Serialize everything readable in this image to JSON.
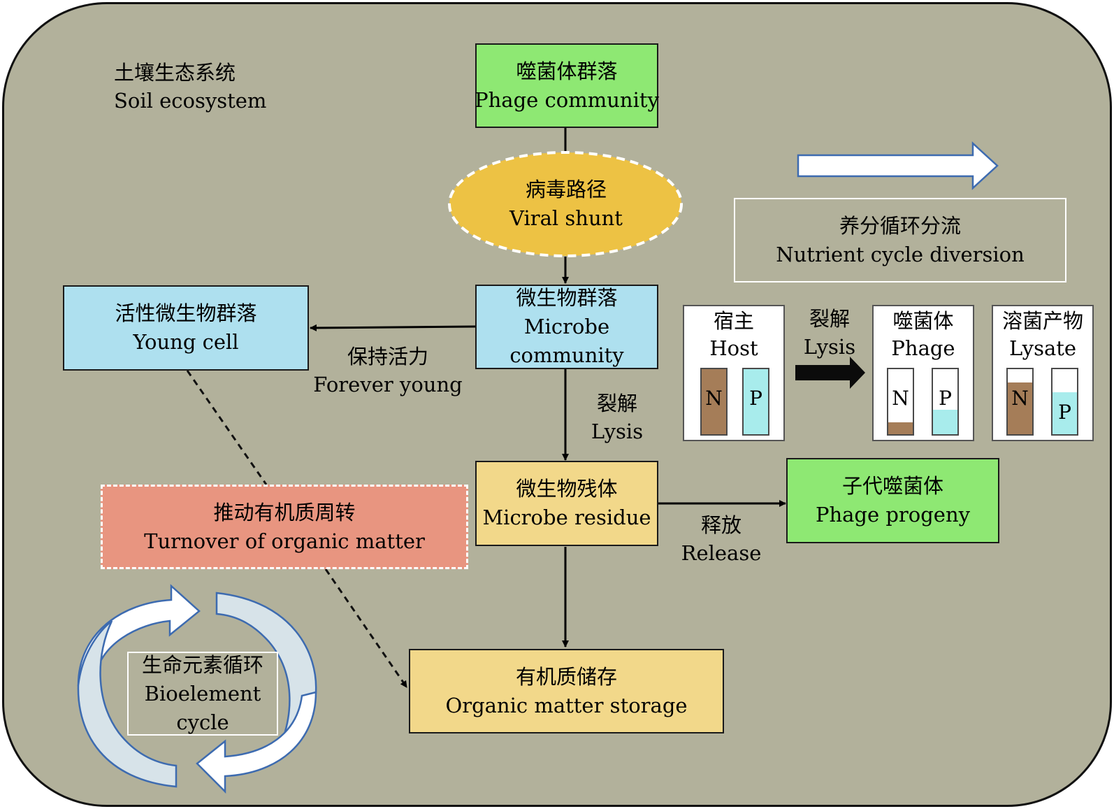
{
  "ecosystem": {
    "zh": "土壤生态系统",
    "en": "Soil ecosystem"
  },
  "phage_community": {
    "zh": "噬菌体群落",
    "en": "Phage community"
  },
  "viral_shunt": {
    "zh": "病毒路径",
    "en": "Viral shunt"
  },
  "microbe_community": {
    "zh": "微生物群落",
    "en1": "Microbe",
    "en2": "community"
  },
  "young_cell": {
    "zh": "活性微生物群落",
    "en": "Young cell"
  },
  "forever_young": {
    "zh": "保持活力",
    "en": "Forever young"
  },
  "lysis_main": {
    "zh": "裂解",
    "en": "Lysis"
  },
  "microbe_residue": {
    "zh": "微生物残体",
    "en": "Microbe residue"
  },
  "release": {
    "zh": "释放",
    "en": "Release"
  },
  "phage_progeny": {
    "zh": "子代噬菌体",
    "en": "Phage progeny"
  },
  "turnover": {
    "zh": "推动有机质周转",
    "en": "Turnover of organic matter"
  },
  "storage": {
    "zh": "有机质储存",
    "en": "Organic matter storage"
  },
  "bioelement": {
    "zh": "生命元素循环",
    "en1": "Bioelement",
    "en2": "cycle"
  },
  "nutrient_diversion": {
    "zh": "养分循环分流",
    "en": "Nutrient cycle diversion"
  },
  "inset": {
    "host": {
      "zh": "宿主",
      "en": "Host",
      "n_level": 1.0,
      "p_level": 1.0
    },
    "lysis": {
      "zh": "裂解",
      "en": "Lysis"
    },
    "phage": {
      "zh": "噬菌体",
      "en": "Phage",
      "n_level": 0.18,
      "p_level": 0.38
    },
    "lysate": {
      "zh": "溶菌产物",
      "en": "Lysate",
      "n_level": 0.8,
      "p_level": 0.65
    },
    "n_letter": "N",
    "p_letter": "P"
  },
  "colors": {
    "background": "#b2b19b",
    "green": "#8ee873",
    "blue": "#aee0ef",
    "yellow": "#f2d88a",
    "red": "#e89580",
    "orange_ellipse": "#edc244",
    "nitrogen": "#a57d58",
    "phosphorus": "#a8ecec"
  }
}
